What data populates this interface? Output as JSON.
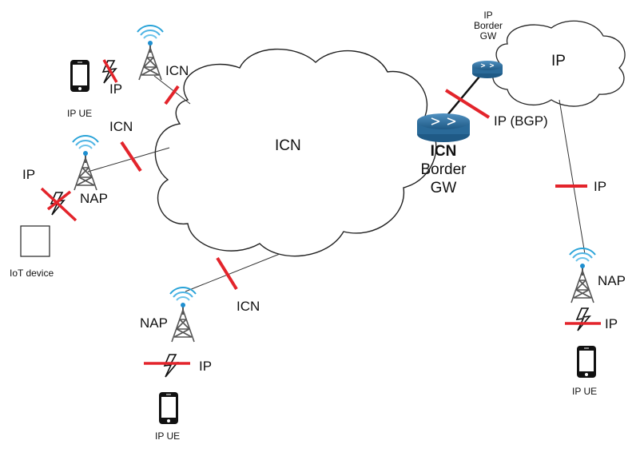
{
  "labels": {
    "icn_cloud": "ICN",
    "ip_cloud": "IP",
    "ip_border_gw_line1": "IP",
    "ip_border_gw_line2": "Border",
    "ip_border_gw_line3": "GW",
    "icn_border_gw_line1": "ICN",
    "icn_border_gw_line2": "Border",
    "icn_border_gw_line3": "GW",
    "ip_bgp": "IP (BGP)",
    "top_icn": "ICN",
    "top_ip": "IP",
    "top_ue": "IP UE",
    "left_icn": "ICN",
    "left_ip": "IP",
    "left_nap": "NAP",
    "iot_device": "IoT device",
    "bottom_icn": "ICN",
    "bottom_nap": "NAP",
    "bottom_ip": "IP",
    "bottom_ue": "IP UE",
    "right_ip_link": "IP",
    "right_nap": "NAP",
    "right_ip": "IP",
    "right_ue": "IP UE"
  },
  "colors": {
    "cut_mark": "#e3242b",
    "router_blue": "#2f6f9f",
    "tower": "#555555",
    "wifi_arc": "#29a3d8",
    "line": "#333333"
  }
}
